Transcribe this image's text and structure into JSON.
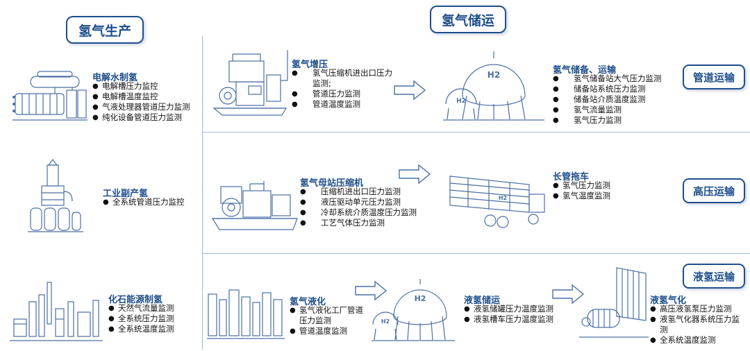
{
  "headers": {
    "production": "氢气生产",
    "storage_transport": "氢气储运"
  },
  "production": [
    {
      "title": "电解水制氢",
      "items": [
        "电解槽压力监控",
        "电解槽温度监控",
        "气液处理器管道压力监测",
        "纯化设备管道压力监测"
      ]
    },
    {
      "title": "工业副产氢",
      "items": [
        "全系统管道压力监控"
      ]
    },
    {
      "title": "化石能源制氢",
      "items": [
        "天然气流量监测",
        "全系统压力监测",
        "全系统温度监测"
      ]
    }
  ],
  "row1": {
    "a_title": "氢气增压",
    "a_items": [
      "氢气压缩机进出口压力监测;",
      "管道压力监测",
      "管道温度监测"
    ],
    "b_title": "氢气储备、运输",
    "b_items": [
      "氢气储备站大气压力监测",
      "储备站系统压力监测",
      "储备站介质温度监测",
      "氢气流量监测",
      "氢气压力监测"
    ],
    "mode": "管道运输",
    "tank_label": "H2",
    "tank_label_small": "H2"
  },
  "row2": {
    "a_title": "氢气母站压缩机",
    "a_items": [
      "压缩机进出口压力监测",
      "液压驱动单元压力监测",
      "冷却系统介质温度压力监测",
      "工艺气体压力监测"
    ],
    "b_title": "长管拖车",
    "b_items": [
      "氢气压力监测",
      "氢气温度监测"
    ],
    "mode": "高压运输",
    "trailer_label": "H2"
  },
  "row3": {
    "a_title": "氢气液化",
    "a_items": [
      "氢气液化工厂管道压力监测",
      "管道温度监测"
    ],
    "b_title": "液氢储运",
    "b_items": [
      "液氢储罐压力温度监测",
      "液氢槽车压力温度监测"
    ],
    "c_title": "液氢气化",
    "c_items": [
      "高压液氢泵压力监测",
      "液氢气化器系统压力监测",
      "全系统温度监测"
    ],
    "mode": "液氢运输",
    "tank_label": "H2",
    "tank_label_small": "H2"
  },
  "colors": {
    "accent": "#1f4e8c",
    "illustration": "#4a6fa5",
    "divider": "#9bb6d8"
  }
}
